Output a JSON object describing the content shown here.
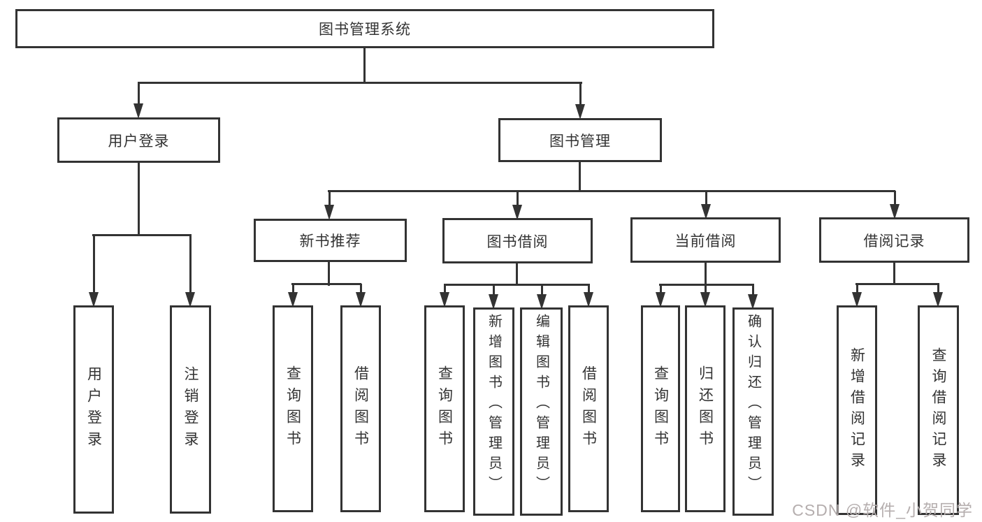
{
  "diagram": {
    "title": "图书管理系统",
    "nodes": [
      {
        "id": "root",
        "label": "图书管理系统"
      },
      {
        "id": "user-login",
        "label": "用户登录"
      },
      {
        "id": "book-management",
        "label": "图书管理"
      },
      {
        "id": "new-book-recommend",
        "label": "新书推荐"
      },
      {
        "id": "book-borrowing",
        "label": "图书借阅"
      },
      {
        "id": "current-borrowing",
        "label": "当前借阅"
      },
      {
        "id": "borrowing-records",
        "label": "借阅记录"
      },
      {
        "id": "v-user-login",
        "label": "用户登录"
      },
      {
        "id": "v-logout",
        "label": "注销登录"
      },
      {
        "id": "v-query-books-1",
        "label": "查询图书"
      },
      {
        "id": "v-borrow-books-1",
        "label": "借阅图书"
      },
      {
        "id": "v-query-books-2",
        "label": "查询图书"
      },
      {
        "id": "v-add-books-admin",
        "label": "新增图书（管理员）"
      },
      {
        "id": "v-edit-books-admin",
        "label": "编辑图书（管理员）"
      },
      {
        "id": "v-borrow-books-2",
        "label": "借阅图书"
      },
      {
        "id": "v-query-books-3",
        "label": "查询图书"
      },
      {
        "id": "v-return-books",
        "label": "归还图书"
      },
      {
        "id": "v-confirm-return-admin",
        "label": "确认归还（管理员）"
      },
      {
        "id": "v-add-borrow-record",
        "label": "新增借阅记录"
      },
      {
        "id": "v-query-borrow-record",
        "label": "查询借阅记录"
      }
    ],
    "edges": [
      {
        "from": "root",
        "to": [
          "user-login",
          "book-management"
        ]
      },
      {
        "from": "user-login",
        "to": [
          "v-user-login",
          "v-logout"
        ]
      },
      {
        "from": "book-management",
        "to": [
          "new-book-recommend",
          "book-borrowing",
          "current-borrowing",
          "borrowing-records"
        ]
      },
      {
        "from": "new-book-recommend",
        "to": [
          "v-query-books-1",
          "v-borrow-books-1"
        ]
      },
      {
        "from": "book-borrowing",
        "to": [
          "v-query-books-2",
          "v-add-books-admin",
          "v-edit-books-admin",
          "v-borrow-books-2"
        ]
      },
      {
        "from": "current-borrowing",
        "to": [
          "v-query-books-3",
          "v-return-books",
          "v-confirm-return-admin"
        ]
      },
      {
        "from": "borrowing-records",
        "to": [
          "v-add-borrow-record",
          "v-query-borrow-record"
        ]
      }
    ]
  },
  "watermark": {
    "text": "CSDN @软件_小贺同学"
  },
  "colors": {
    "stroke": "#333333",
    "text": "#333333",
    "background": "#ffffff",
    "watermark": "#b5aeae"
  }
}
